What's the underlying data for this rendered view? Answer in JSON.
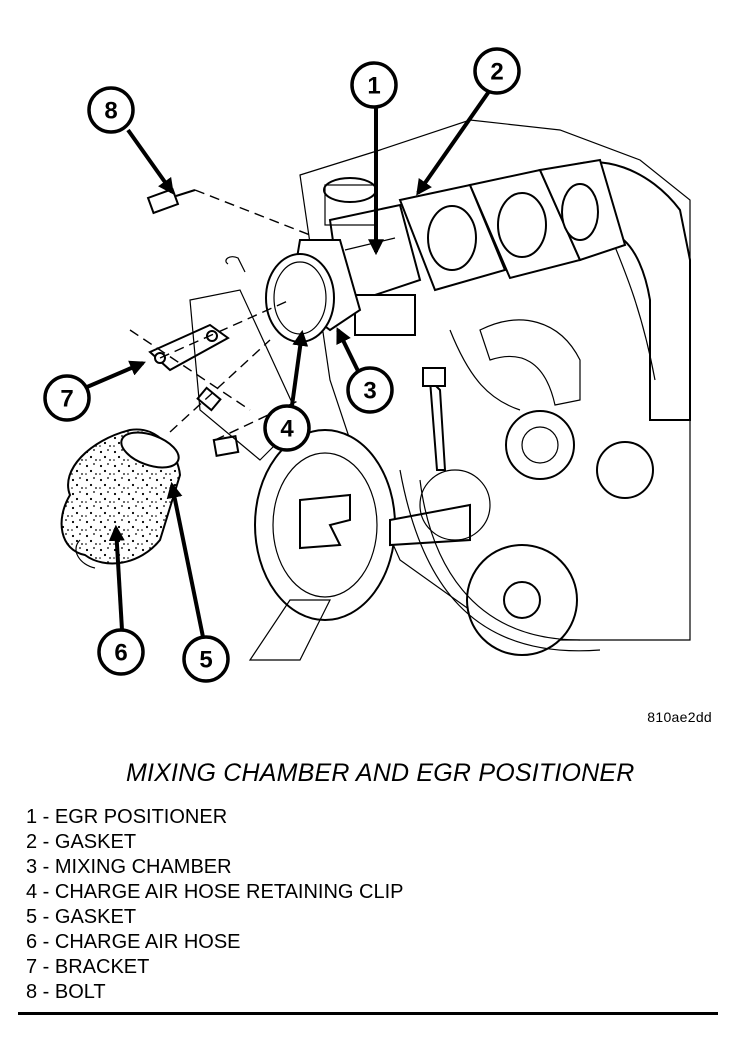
{
  "figure": {
    "id": "810ae2dd",
    "caption": "MIXING CHAMBER AND EGR POSITIONER"
  },
  "callouts": [
    {
      "num": "1",
      "label": "EGR POSITIONER"
    },
    {
      "num": "2",
      "label": "GASKET"
    },
    {
      "num": "3",
      "label": "MIXING CHAMBER"
    },
    {
      "num": "4",
      "label": "CHARGE AIR HOSE RETAINING CLIP"
    },
    {
      "num": "5",
      "label": "GASKET"
    },
    {
      "num": "6",
      "label": "CHARGE AIR HOSE"
    },
    {
      "num": "7",
      "label": "BRACKET"
    },
    {
      "num": "8",
      "label": "BOLT"
    }
  ],
  "legend": [
    "1 - EGR POSITIONER",
    "2 - GASKET",
    "3 - MIXING CHAMBER",
    "4 - CHARGE AIR HOSE RETAINING CLIP",
    "5 - GASKET",
    "6 - CHARGE AIR HOSE",
    "7 - BRACKET",
    "8 - BOLT"
  ]
}
